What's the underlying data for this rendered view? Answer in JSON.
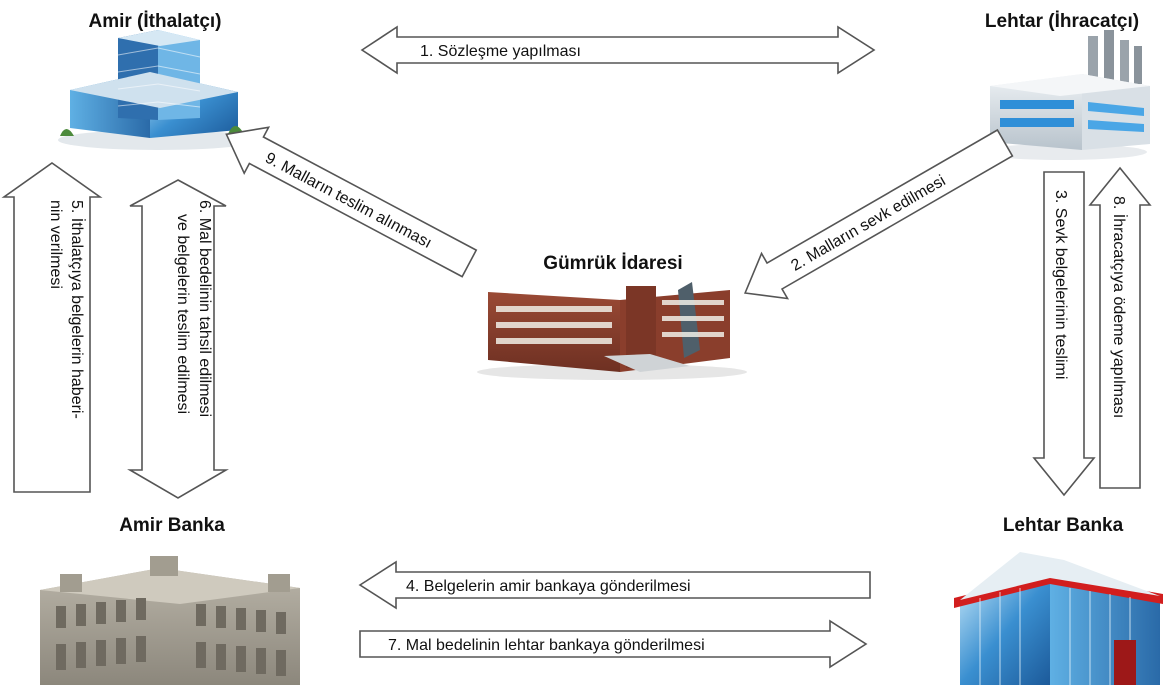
{
  "nodes": {
    "importer": "Amir (İthalatçı)",
    "exporter": "Lehtar (İhracatçı)",
    "customs": "Gümrük İdaresi",
    "issuing_bank": "Amir Banka",
    "beneficiary_bank": "Lehtar Banka"
  },
  "steps": {
    "s1": "1. Sözleşme yapılması",
    "s2": "2. Malların sevk edilmesi",
    "s3": "3. Sevk belgelerinin teslimi",
    "s4": "4. Belgelerin amir bankaya gönderilmesi",
    "s5_line1": "5. İthalatçıya  belgelerin  haberi-",
    "s5_line2": "nin verilmesi",
    "s6_line1": "6. Mal bedelinin tahsil edilmesi",
    "s6_line2": "ve belgelerin teslim edilmesi",
    "s7": "7. Mal bedelinin lehtar bankaya gönderilmesi",
    "s8": "8. İhracatçıya ödeme yapılması",
    "s9": "9. Malların teslim alınması"
  },
  "colors": {
    "arrow_stroke": "#555555",
    "arrow_fill": "#ffffff",
    "text": "#111111"
  }
}
